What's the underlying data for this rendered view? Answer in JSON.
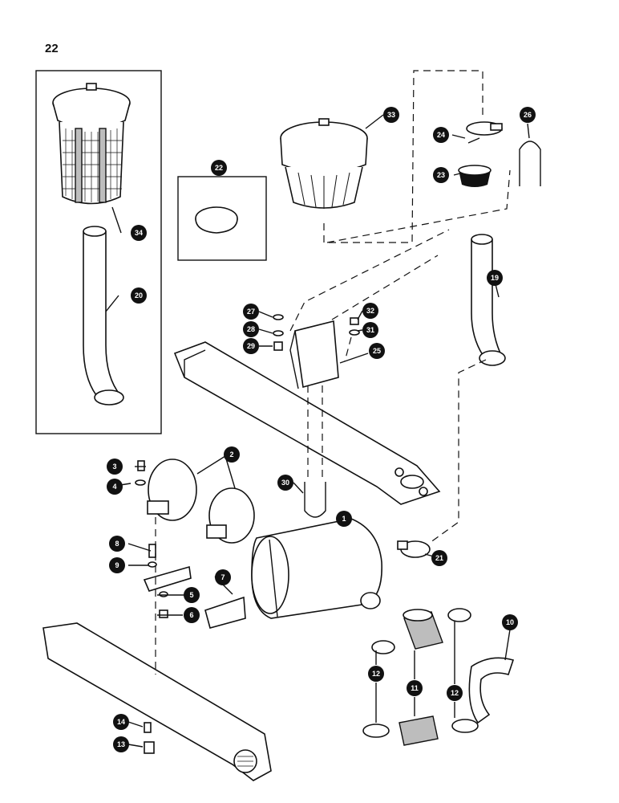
{
  "page": {
    "number": "22"
  },
  "callouts": [
    {
      "id": "c1",
      "label": "1"
    },
    {
      "id": "c2",
      "label": "2"
    },
    {
      "id": "c3",
      "label": "3"
    },
    {
      "id": "c4",
      "label": "4"
    },
    {
      "id": "c5",
      "label": "5"
    },
    {
      "id": "c6",
      "label": "6"
    },
    {
      "id": "c7",
      "label": "7"
    },
    {
      "id": "c8",
      "label": "8"
    },
    {
      "id": "c9",
      "label": "9"
    },
    {
      "id": "c10",
      "label": "10"
    },
    {
      "id": "c11",
      "label": "11"
    },
    {
      "id": "c12a",
      "label": "12"
    },
    {
      "id": "c12b",
      "label": "12"
    },
    {
      "id": "c13",
      "label": "13"
    },
    {
      "id": "c14",
      "label": "14"
    },
    {
      "id": "c19",
      "label": "19"
    },
    {
      "id": "c20",
      "label": "20"
    },
    {
      "id": "c21",
      "label": "21"
    },
    {
      "id": "c22",
      "label": "22"
    },
    {
      "id": "c23",
      "label": "23"
    },
    {
      "id": "c24",
      "label": "24"
    },
    {
      "id": "c25",
      "label": "25"
    },
    {
      "id": "c26",
      "label": "26"
    },
    {
      "id": "c27",
      "label": "27"
    },
    {
      "id": "c28",
      "label": "28"
    },
    {
      "id": "c29",
      "label": "29"
    },
    {
      "id": "c30",
      "label": "30"
    },
    {
      "id": "c31",
      "label": "31"
    },
    {
      "id": "c32",
      "label": "32"
    },
    {
      "id": "c33",
      "label": "33"
    },
    {
      "id": "c34",
      "label": "34"
    }
  ],
  "colors": {
    "ink": "#111111",
    "paper": "#ffffff",
    "shade": "#bdbdbd"
  }
}
